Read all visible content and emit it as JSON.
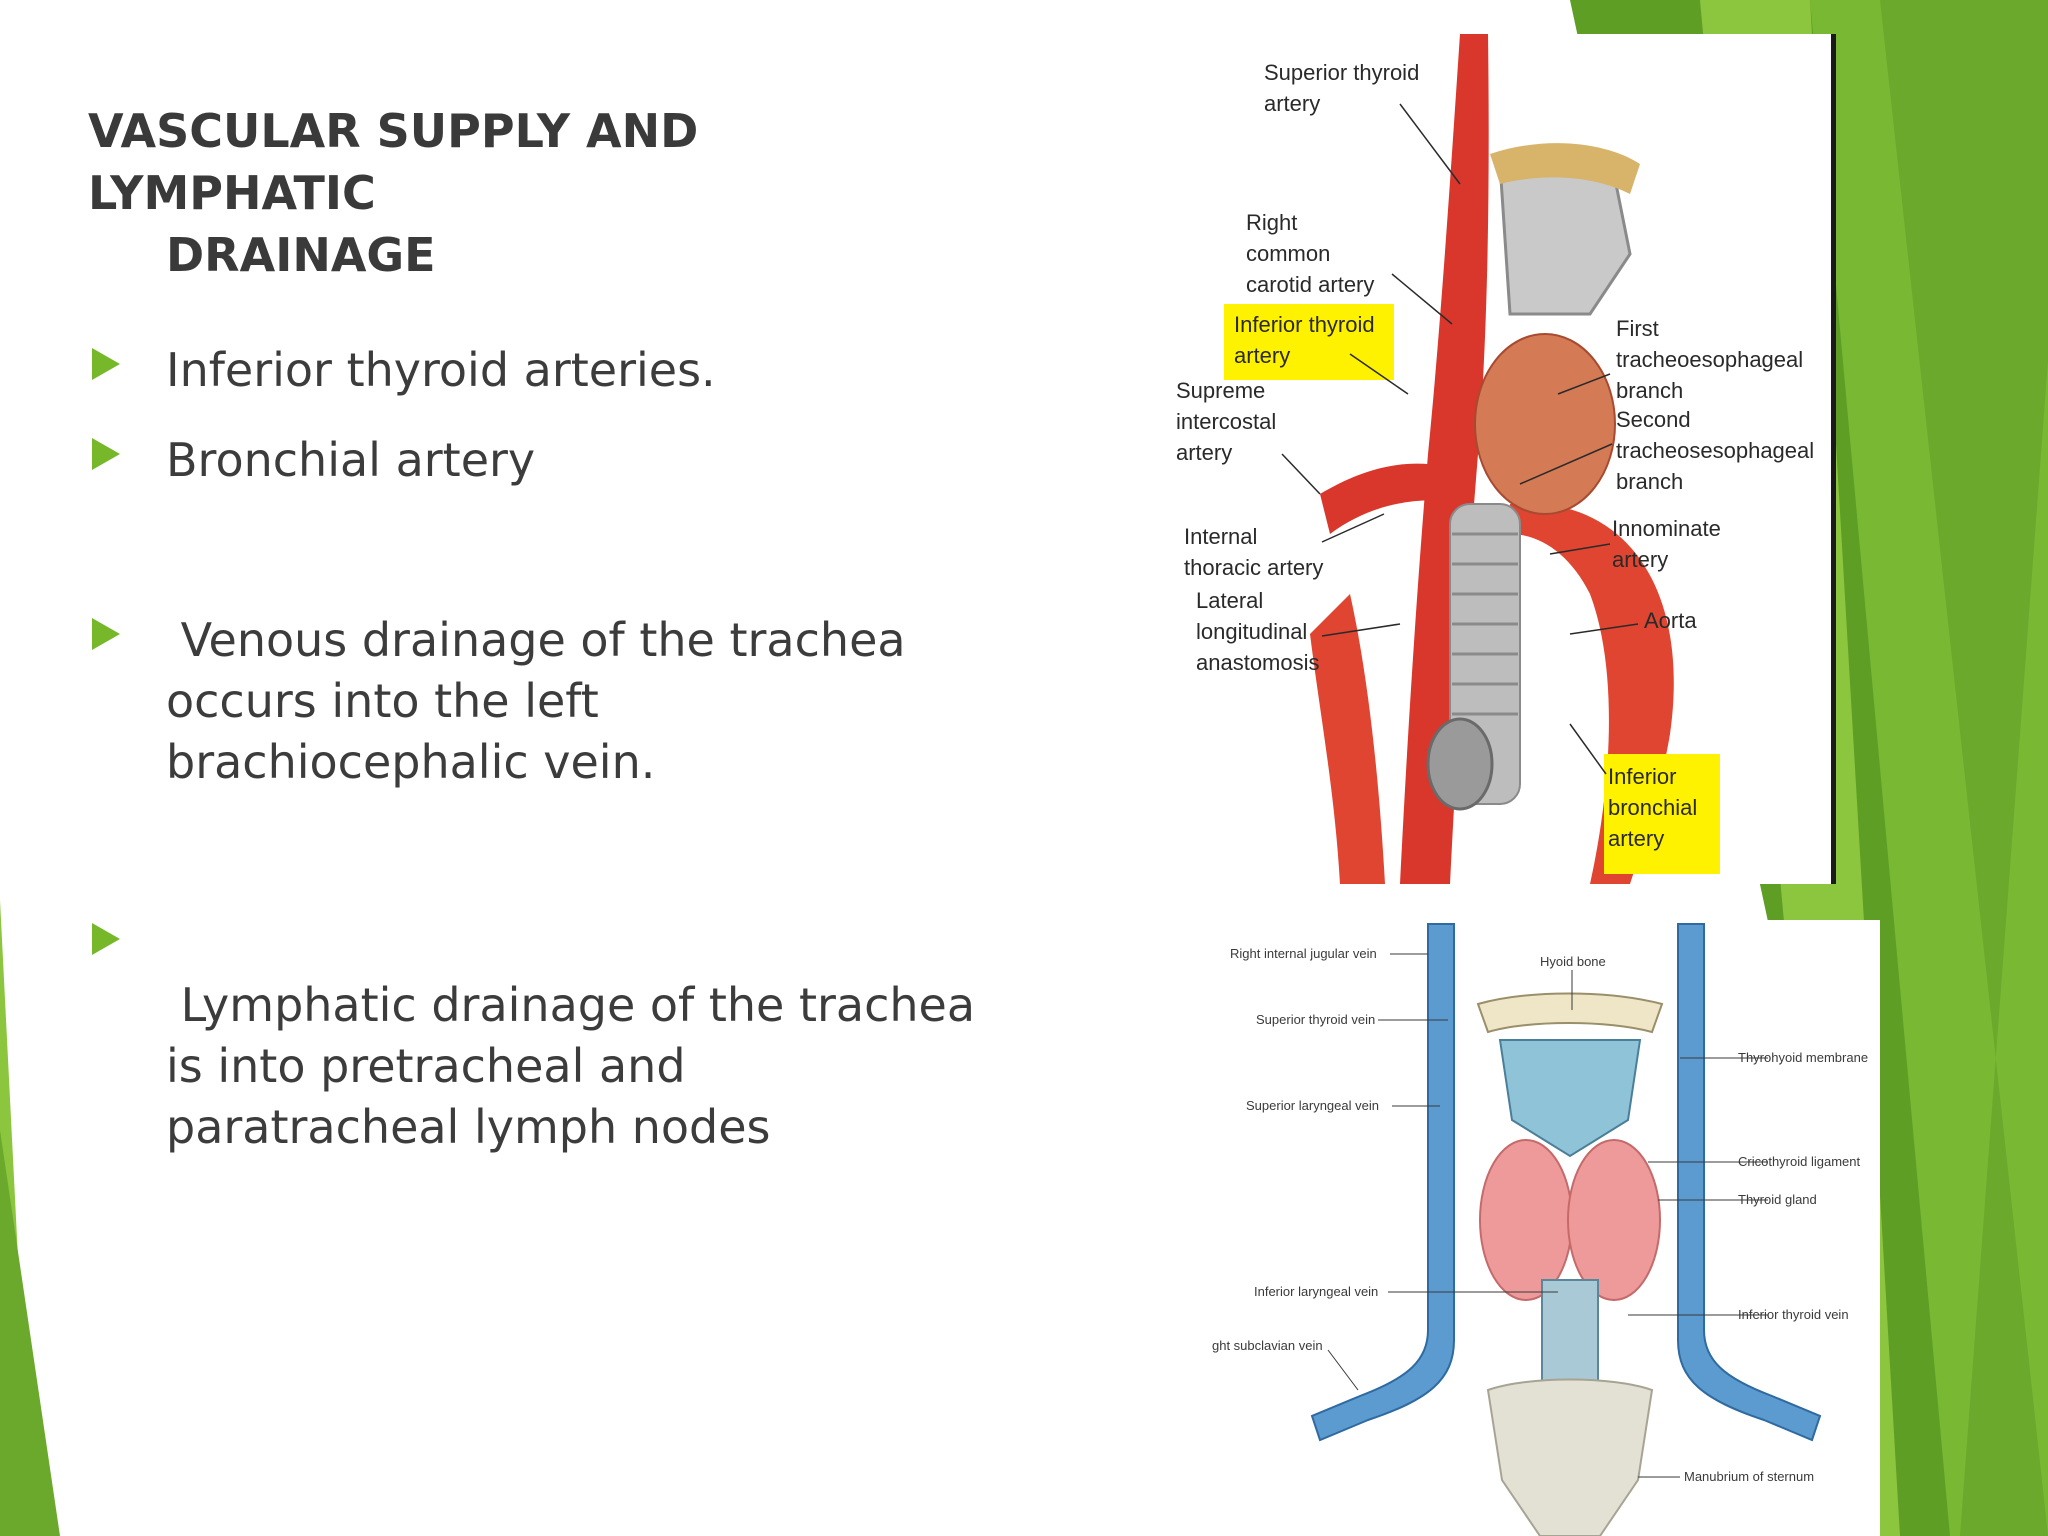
{
  "slide": {
    "title_line1": "VASCULAR SUPPLY AND LYMPHATIC",
    "title_line2": "DRAINAGE",
    "bullets": [
      {
        "text": "Inferior thyroid arteries."
      },
      {
        "text": "Bronchial artery"
      },
      {
        "text": " Venous drainage of the trachea\noccurs into the left\nbrachiocephalic vein."
      },
      {
        "text": " Lymphatic drainage of the trachea\nis into pretracheal and\nparatracheal lymph nodes"
      }
    ]
  },
  "figure_arteries": {
    "labels": {
      "superior_thyroid": [
        "Superior thyroid",
        "artery"
      ],
      "right_common_carotid": [
        "Right",
        "common",
        "carotid artery"
      ],
      "inferior_thyroid": [
        "Inferior thyroid",
        "artery"
      ],
      "supreme_intercostal": [
        "Supreme",
        "intercostal",
        "artery"
      ],
      "internal_thoracic": [
        "Internal",
        "thoracic artery"
      ],
      "lateral_longitudinal": [
        "Lateral",
        "longitudinal",
        "anastomosis"
      ],
      "first_tracheoesophageal": [
        "First",
        "tracheoesophageal",
        "branch"
      ],
      "second_tracheoesophageal": [
        "Second",
        "tracheosesophageal",
        "branch"
      ],
      "innominate": [
        "Innominate",
        "artery"
      ],
      "aorta": [
        "Aorta"
      ],
      "inferior_bronchial": [
        "Inferior",
        "bronchial",
        "artery"
      ]
    }
  },
  "figure_veins": {
    "labels": {
      "right_internal_jugular": "Right internal jugular vein",
      "hyoid_bone": "Hyoid bone",
      "superior_thyroid_vein": "Superior thyroid vein",
      "thyrohyoid_membrane": "Thyrohyoid membrane",
      "superior_laryngeal_vein": "Superior laryngeal vein",
      "cricothyroid_ligament": "Cricothyroid ligament",
      "thyroid_gland": "Thyroid gland",
      "inferior_laryngeal_vein": "Inferior laryngeal vein",
      "inferior_thyroid_vein": "Inferior thyroid vein",
      "right_subclavian_vein": "ght subclavian vein",
      "manubrium": "Manubrium of sternum"
    }
  },
  "colors": {
    "accent_green": "#76b82a",
    "dark_green": "#4e8a1c",
    "artery_red": "#d9372b",
    "vein_blue": "#5b9bd0",
    "highlight_yellow": "#fff200"
  }
}
